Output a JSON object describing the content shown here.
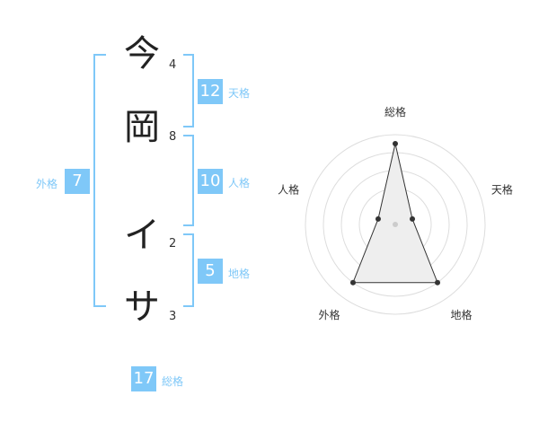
{
  "name": {
    "chars": [
      {
        "char": "今",
        "strokes": "4"
      },
      {
        "char": "岡",
        "strokes": "8"
      },
      {
        "char": "イ",
        "strokes": "2"
      },
      {
        "char": "サ",
        "strokes": "3"
      }
    ]
  },
  "kaku": {
    "tenkaku": {
      "value": "12",
      "label": "天格"
    },
    "jinkaku": {
      "value": "10",
      "label": "人格"
    },
    "chikaku": {
      "value": "5",
      "label": "地格"
    },
    "gaikaku": {
      "value": "7",
      "label": "外格"
    },
    "soukaku": {
      "value": "17",
      "label": "総格"
    }
  },
  "colors": {
    "accent": "#7fc8f8",
    "radar_fill": "#eeeeee",
    "radar_line": "#333333"
  },
  "chart_data": {
    "type": "radar",
    "axes": [
      "総格",
      "天格",
      "地格",
      "外格",
      "人格"
    ],
    "levels": 5,
    "values": [
      4.5,
      1,
      4,
      4,
      1
    ]
  }
}
